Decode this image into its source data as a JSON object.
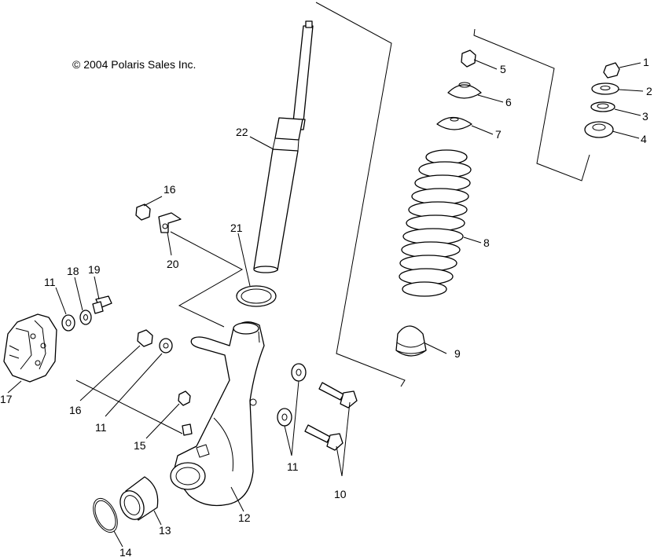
{
  "copyright": "© 2004 Polaris Sales Inc.",
  "callouts": {
    "c1": "1",
    "c2": "2",
    "c3": "3",
    "c4": "4",
    "c5": "5",
    "c6": "6",
    "c7": "7",
    "c8": "8",
    "c9": "9",
    "c10": "10",
    "c11a": "11",
    "c11b": "11",
    "c11c": "11",
    "c12": "12",
    "c13": "13",
    "c14": "14",
    "c15": "15",
    "c16a": "16",
    "c16b": "16",
    "c17": "17",
    "c18": "18",
    "c19": "19",
    "c20": "20",
    "c21": "21",
    "c22": "22"
  }
}
